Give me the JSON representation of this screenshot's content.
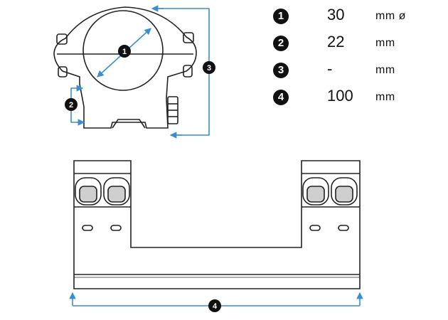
{
  "colors": {
    "dimension_line": "#3a8fd0",
    "outline": "#222222",
    "callout_fill": "#111111",
    "callout_text": "#ffffff"
  },
  "callouts": {
    "c1": "1",
    "c2": "2",
    "c3": "3",
    "c4": "4"
  },
  "specs": [
    {
      "num": "1",
      "value": "30",
      "unit": "mm ø"
    },
    {
      "num": "2",
      "value": "22",
      "unit": "mm"
    },
    {
      "num": "3",
      "value": "-",
      "unit": "mm"
    },
    {
      "num": "4",
      "value": "100",
      "unit": "mm"
    }
  ]
}
